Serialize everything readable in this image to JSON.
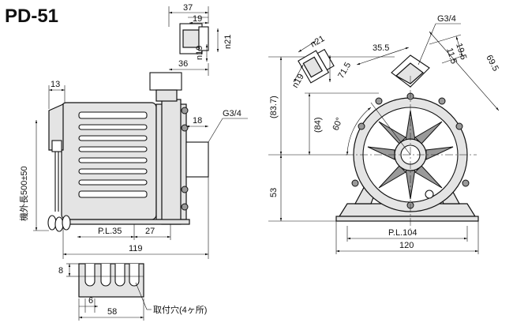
{
  "model": "PD-51",
  "side_view": {
    "dim_width_top": "13",
    "dim_18": "18",
    "thread": "G3/4",
    "dim_pl35": "P.L.35",
    "dim_27": "27",
    "dim_119": "119",
    "cable_length": "機外長500±50"
  },
  "outlet_view": {
    "dim_37": "37",
    "dim_19": "19",
    "dim_36": "36",
    "n21": "n21",
    "n19": "n19"
  },
  "front_view": {
    "thread": "G3/4",
    "dim_35_5": "35.5",
    "dim_19_5": "19.5",
    "dim_11_5": "11.5",
    "dim_69_5": "69.5",
    "dim_83_7": "(83.7)",
    "dim_84": "(84)",
    "angle": "60°",
    "dim_53": "53",
    "dim_pl104": "P.L.104",
    "dim_120": "120",
    "n21": "n21",
    "n19": "n19",
    "dim_71_5": "71.5"
  },
  "foot_view": {
    "dim_8": "8",
    "dim_6": "6",
    "dim_58": "58",
    "mount_holes": "取付穴(4ヶ所)"
  }
}
